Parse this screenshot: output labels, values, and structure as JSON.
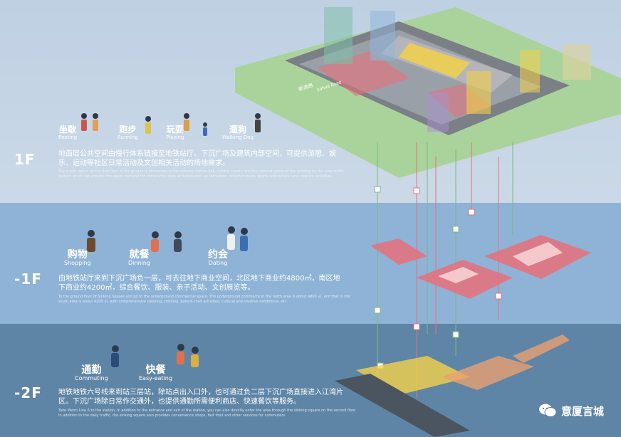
{
  "floors": {
    "f1": {
      "label": "1F",
      "desc": "地面层公共空间由慢行体系链接至地铁站厅、下沉广场及建筑内部空间，可提供游憩、娱乐、运动等社区日常活动及文创相关活动的场地需求。",
      "desc_en": "The public space on the first floor of the ground is connected to the subway station hall, sinking square and the internal space of the building by the slow traffic system which can provide the space demand for community daily activities such as recreation, entertainment, sports and cultural and creative activities.",
      "activities": [
        {
          "zh": "坐歇",
          "en": "Resting"
        },
        {
          "zh": "跑步",
          "en": "Running"
        },
        {
          "zh": "玩耍",
          "en": "Playing"
        },
        {
          "zh": "遛狗",
          "en": "Walking Dog"
        }
      ],
      "road_zh": "新港路",
      "road_en": "Jiahua Road"
    },
    "b1": {
      "label": "-1F",
      "desc": "由地铁站厅来到下沉广场负一层，可去往地下商业空间，北区地下商业约4800㎡，南区地下商业约4200㎡，综合餐饮、服装、亲子活动、文创展览等。",
      "desc_en": "To the ground floor of Sinking Square and go to the underground commercial space. The underground commerce in the north area is about 4800 ㎡, and that in the south area is about 4200 ㎡, with comprehensive catering, clothing, parent-child activities, cultural and creative exhibitions, etc.",
      "activities": [
        {
          "zh": "购物",
          "en": "Shopping"
        },
        {
          "zh": "就餐",
          "en": "Dinning"
        },
        {
          "zh": "约会",
          "en": "Dating"
        }
      ]
    },
    "b2": {
      "label": "-2F",
      "desc": "地铁地铁六号线来到站三层站，除站点出入口外，也可通过负二层下沉广场直接进入江湾片区。下沉广场除日常作交通外，也提供通勤所需便利商店、快速餐饮等服务。",
      "desc_en": "Take Metro Line 6 to the station, in addition to the entrance and exit of the station, you can also directly enter the area through the sinking square on the second floor. In addition to the daily traffic, the sinking square also provides convenience shops, fast food and other services for commuters.",
      "activities": [
        {
          "zh": "通勤",
          "en": "Commuting"
        },
        {
          "zh": "快餐",
          "en": "Easy-eating"
        }
      ]
    }
  },
  "brand": {
    "name": "意厦言城"
  },
  "colors": {
    "accent_pink": "#e8707a",
    "accent_yellow": "#f2d14a",
    "green": "#7fb77e",
    "band_1f": "#c7d6e6",
    "band_b1": "#8eb3d6",
    "band_b2": "#5f85a6"
  }
}
